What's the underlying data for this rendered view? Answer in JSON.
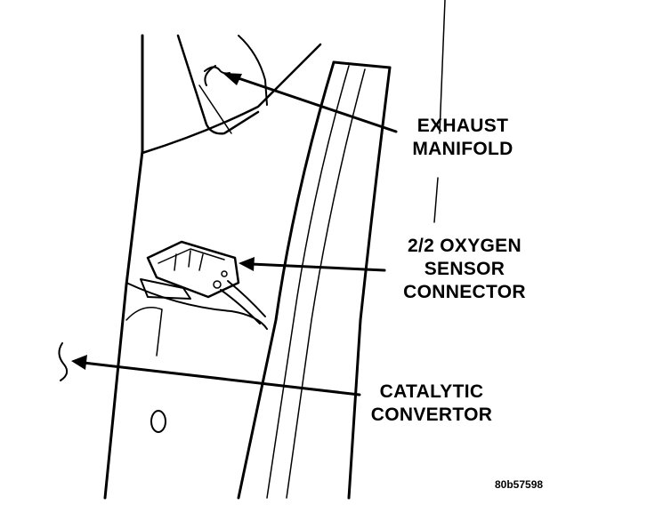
{
  "callouts": {
    "exhaust_manifold": {
      "line1": "EXHAUST",
      "line2": "MANIFOLD"
    },
    "oxygen_sensor_connector": {
      "line1": "2/2 OXYGEN",
      "line2": "SENSOR",
      "line3": "CONNECTOR"
    },
    "catalytic_convertor": {
      "line1": "CATALYTIC",
      "line2": "CONVERTOR"
    }
  },
  "figure_id": "80b57598",
  "colors": {
    "ink": "#000000",
    "paper": "#ffffff"
  }
}
